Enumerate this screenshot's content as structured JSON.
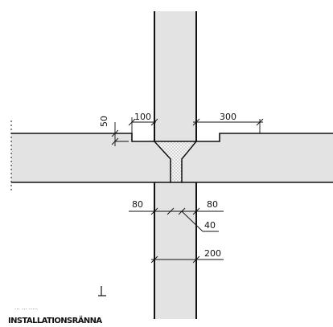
{
  "diagram": {
    "dimensions": {
      "d50": "50",
      "d100": "100",
      "d300": "300",
      "d80_left": "80",
      "d80_right": "80",
      "d40": "40",
      "d200": "200"
    },
    "caption": "INSTALLATIONSRÄNNA",
    "caption_fragment": "··· ··· ·····",
    "colors": {
      "wall_fill": "#e3e3e3",
      "line": "#111111",
      "grout_fill": "#f4f4f4"
    }
  }
}
